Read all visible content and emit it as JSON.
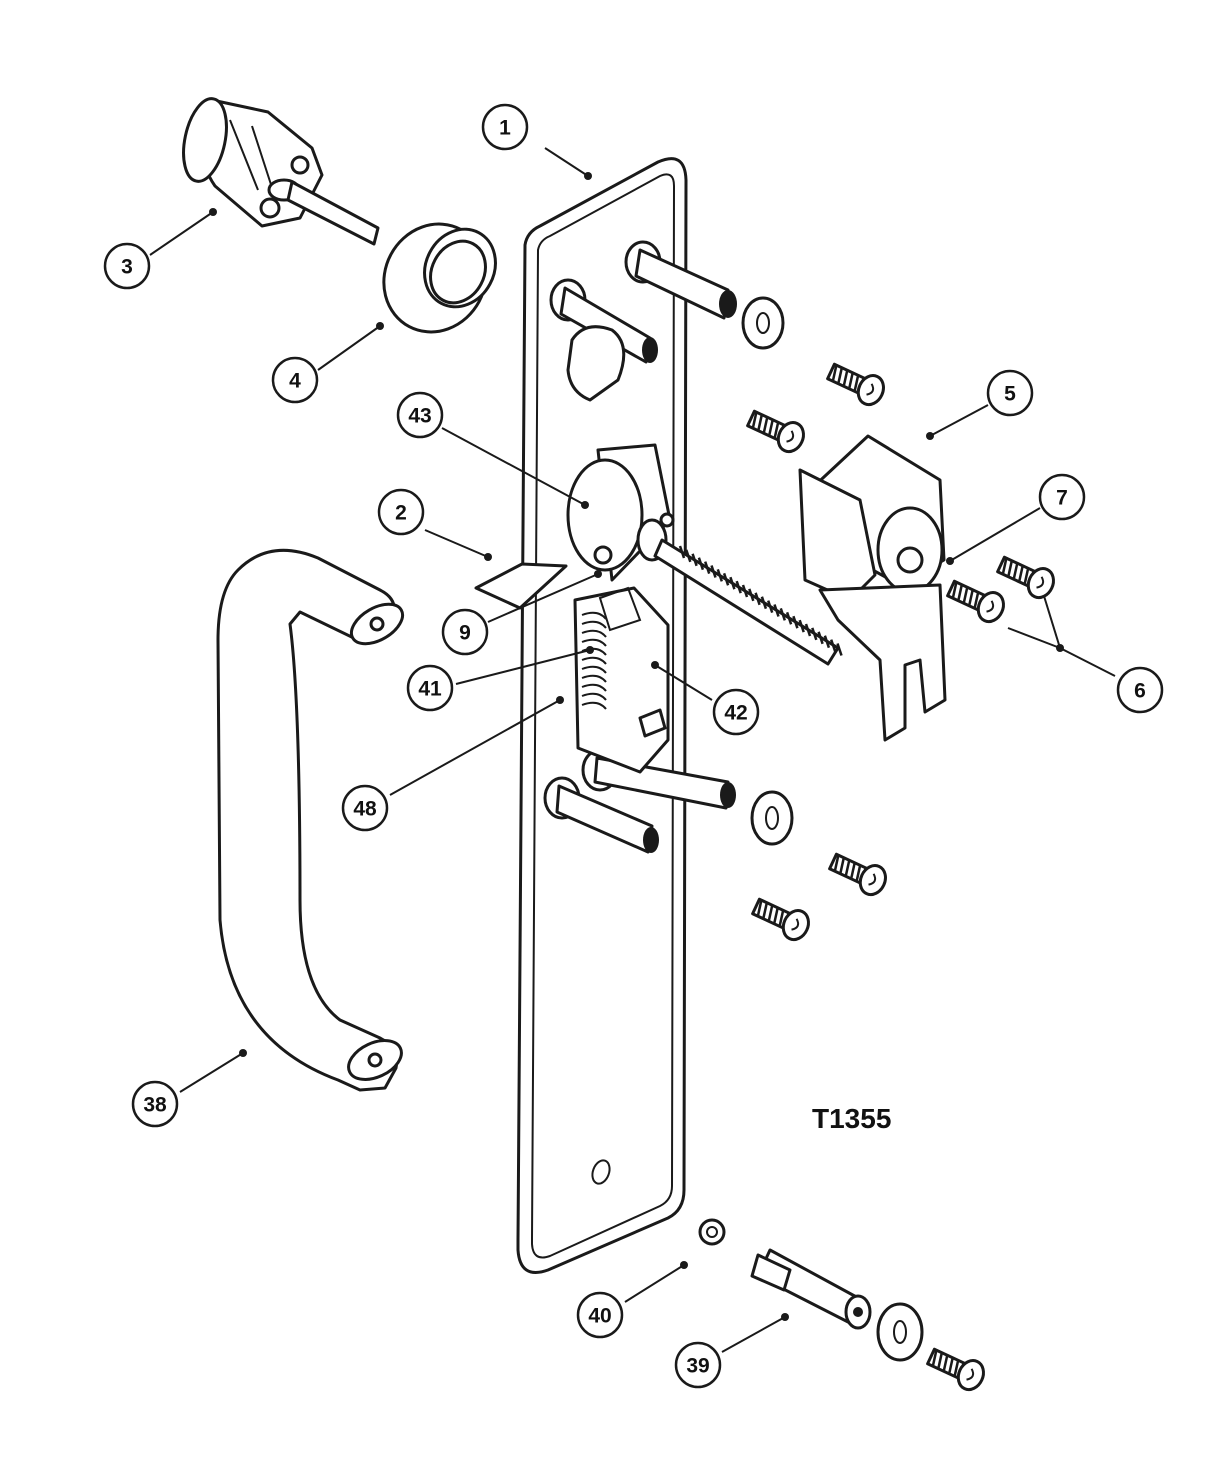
{
  "drawing_number": "T1355",
  "callouts": [
    {
      "id": "c1",
      "label": "1"
    },
    {
      "id": "c2",
      "label": "2"
    },
    {
      "id": "c3",
      "label": "3"
    },
    {
      "id": "c4",
      "label": "4"
    },
    {
      "id": "c5",
      "label": "5"
    },
    {
      "id": "c6",
      "label": "6"
    },
    {
      "id": "c7",
      "label": "7"
    },
    {
      "id": "c9",
      "label": "9"
    },
    {
      "id": "c38",
      "label": "38"
    },
    {
      "id": "c39",
      "label": "39"
    },
    {
      "id": "c40",
      "label": "40"
    },
    {
      "id": "c41",
      "label": "41"
    },
    {
      "id": "c42",
      "label": "42"
    },
    {
      "id": "c43",
      "label": "43"
    },
    {
      "id": "c48",
      "label": "48"
    }
  ],
  "colors": {
    "line": "#1a1a1a",
    "background": "#ffffff"
  }
}
